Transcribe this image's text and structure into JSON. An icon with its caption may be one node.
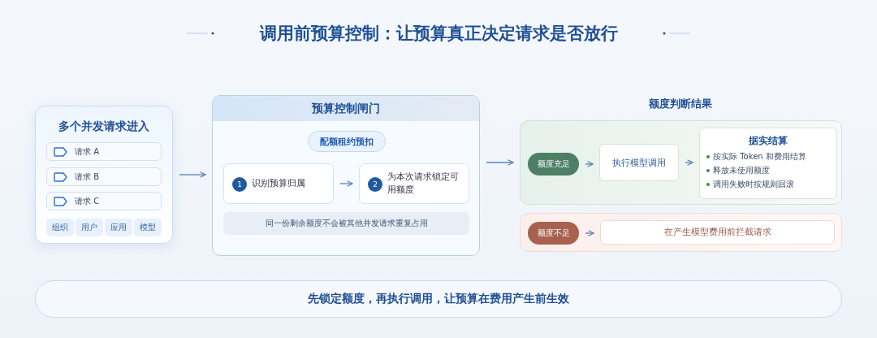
{
  "diagram": {
    "title": "调用前预算控制：让预算真正决定请求是否放行",
    "nodes": [
      {
        "text": [
          "多个并发请求进入"
        ]
      },
      {
        "text": [
          "请求 A"
        ],
        "in": 0
      },
      {
        "text": [
          "请求 B"
        ],
        "in": 0
      },
      {
        "text": [
          "请求 C"
        ],
        "in": 0
      },
      {
        "text": [
          "组织"
        ],
        "in": 0
      },
      {
        "text": [
          "用户"
        ],
        "in": 0
      },
      {
        "text": [
          "应用"
        ],
        "in": 0
      },
      {
        "text": [
          "模型"
        ],
        "in": 0
      },
      {
        "text": [
          "预算控制闸门"
        ]
      },
      {
        "text": [
          "配额租约预扣"
        ],
        "in": 8
      },
      {
        "text": [
          "1",
          "识别预算归属"
        ],
        "in": 8
      },
      {
        "text": [
          "2",
          "为本次请求锁定可用额度"
        ],
        "in": 8
      },
      {
        "text": [
          "同一份剩余额度不会被其他并发请求重复占用"
        ],
        "in": 8
      },
      {
        "text": [],
        "shape": "box"
      },
      {
        "text": [
          "额度充足"
        ],
        "in": 13
      },
      {
        "text": [
          "执行模型调用"
        ],
        "in": 13
      },
      {
        "text": [
          "据实结算",
          "按实际 Token 和费用结算",
          "释放未使用额度",
          "调用失败时按规则回滚"
        ],
        "in": 13
      },
      {
        "text": [],
        "shape": "box"
      },
      {
        "text": [
          "额度不足"
        ],
        "in": 17
      },
      {
        "text": [
          "在产生模型费用前拦截请求"
        ],
        "in": 17
      },
      {
        "text": [
          "先锁定额度，再执行调用，让预算在费用产生前生效"
        ]
      }
    ],
    "edges": [
      {
        "from": 0,
        "to": 8,
        "arrow": "to"
      },
      {
        "from": 10,
        "to": 11,
        "arrow": "to"
      },
      {
        "from": 8,
        "to": 13,
        "arrow": "to"
      },
      {
        "from": 14,
        "to": 15,
        "arrow": "to"
      },
      {
        "from": 15,
        "to": 16,
        "arrow": "to"
      },
      {
        "from": 18,
        "to": 19,
        "arrow": "to"
      }
    ],
    "labels": [
      "额度判断结果"
    ]
  }
}
